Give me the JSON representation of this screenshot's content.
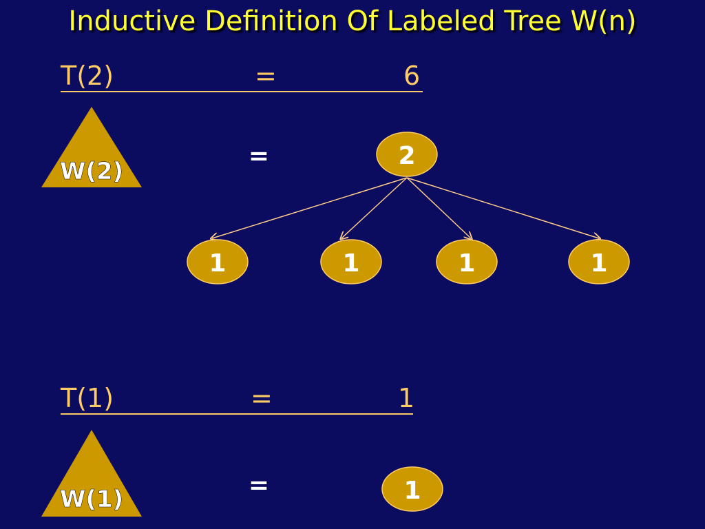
{
  "title": "Inductive Definition Of Labeled Tree W(n)",
  "t2": {
    "lhs": "T(2)",
    "eq": "=",
    "rhs": "6"
  },
  "t1": {
    "lhs": "T(1)",
    "eq": "=",
    "rhs": "1"
  },
  "triangles": {
    "w2": "W(2)",
    "w1": "W(1)"
  },
  "equals_sign": "=",
  "tree_w2": {
    "root": "2",
    "leaves": [
      "1",
      "1",
      "1",
      "1"
    ]
  },
  "tree_w1": {
    "root": "1"
  },
  "colors": {
    "background": "#0b0b60",
    "title": "#ffff33",
    "equation": "#ffcc66",
    "node_fill": "#cc9900",
    "edge": "#ffcc88"
  }
}
